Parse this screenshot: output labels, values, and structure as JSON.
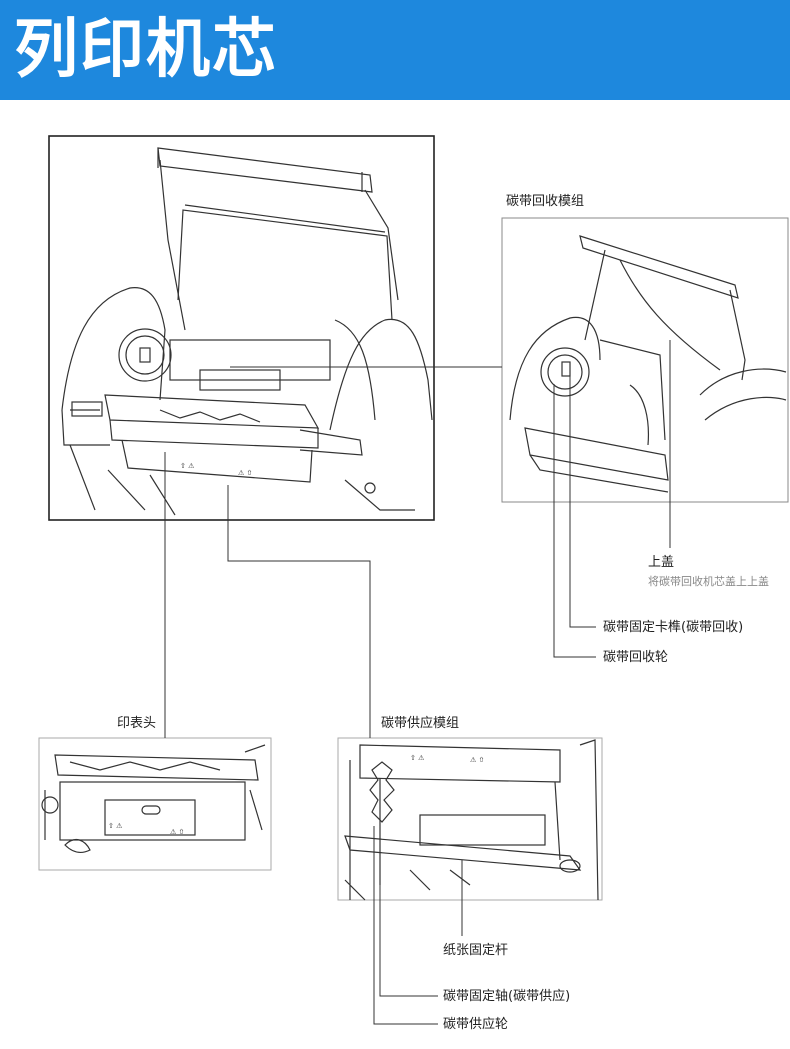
{
  "header": {
    "title": "列印机芯",
    "color": "#1e88dd"
  },
  "labels": {
    "ribbon_rewind_module": "碳带回收模组",
    "top_cover": "上盖",
    "top_cover_desc": "将碳带回收机芯盖上上盖",
    "ribbon_rewind_latch": "碳带固定卡榫(碳带回收)",
    "ribbon_rewind_wheel": "碳带回收轮",
    "print_head": "印表头",
    "ribbon_supply_module": "碳带供应模组",
    "paper_holder_bar": "纸张固定杆",
    "ribbon_supply_shaft": "碳带固定轴(碳带供应)",
    "ribbon_supply_wheel": "碳带供应轮"
  }
}
